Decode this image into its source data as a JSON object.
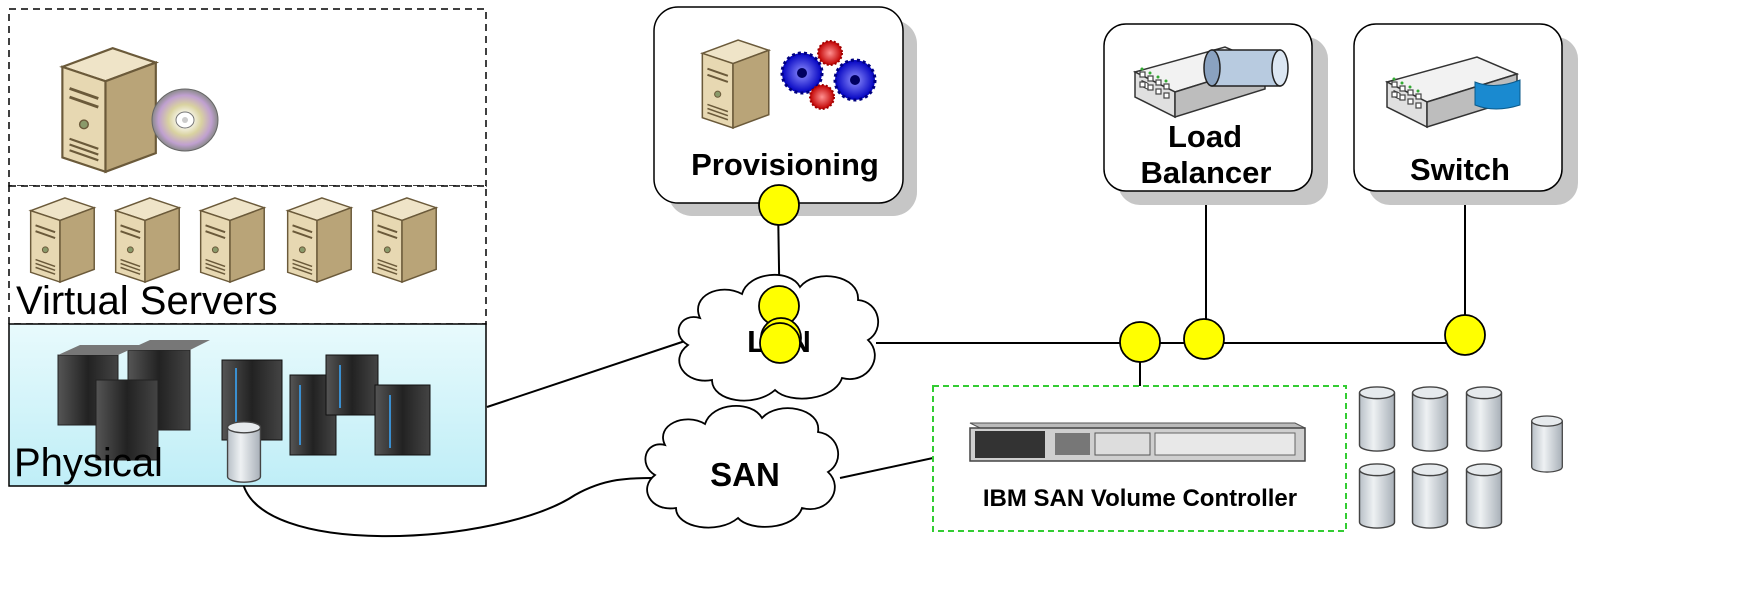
{
  "diagram": {
    "labels": {
      "virtual_servers": "Virtual Servers",
      "physical": "Physical",
      "provisioning": "Provisioning",
      "load_balancer_line1": "Load",
      "load_balancer_line2": "Balancer",
      "switch": "Switch",
      "lan": "LAN",
      "san": "SAN",
      "svc": "IBM SAN Volume Controller"
    },
    "colors": {
      "node_yellow": "#ffff00",
      "physical_fill_top": "#e4f8fc",
      "physical_fill_bottom": "#c2eef6",
      "svc_border": "#33cc33",
      "server_beige": "#e6d6b0",
      "disk_grey": "#d4dadf"
    },
    "icons": {
      "image_server": "server-with-cd-icon",
      "virtual_server": "server-tower-icon",
      "physical_server": "rack-server-icon",
      "mainframe": "mainframe-icon",
      "gear": "gear-icon",
      "load_balancer": "network-device-icon",
      "switch": "switch-icon",
      "disk": "disk-cylinder-icon",
      "svc_unit": "rack-appliance-icon"
    }
  }
}
